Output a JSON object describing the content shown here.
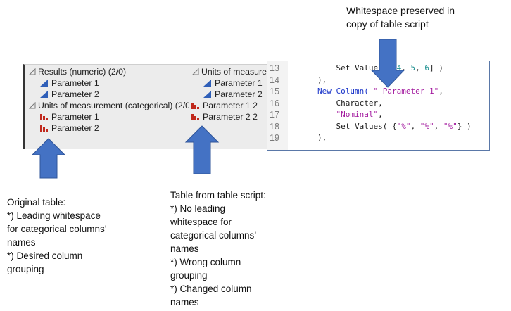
{
  "annotation_top": {
    "lines": [
      "Whitespace preserved in",
      "copy of table script"
    ]
  },
  "original_table": {
    "groups": [
      {
        "label": "Results (numeric) (2/0)",
        "icon": "collapse-triangle-icon",
        "items": [
          {
            "label": "Parameter 1",
            "icon": "continuous-column-icon"
          },
          {
            "label": "Parameter 2",
            "icon": "continuous-column-icon"
          }
        ]
      },
      {
        "label": "Units of measurement (categorical) (2/0)",
        "icon": "collapse-triangle-icon",
        "items": [
          {
            "label": "Parameter 1",
            "icon": "nominal-column-icon"
          },
          {
            "label": "Parameter 2",
            "icon": "nominal-column-icon"
          }
        ]
      }
    ]
  },
  "script_table": {
    "group": {
      "label": "Units of measurement",
      "items": [
        {
          "label": "Parameter 1",
          "icon": "continuous-column-icon"
        },
        {
          "label": "Parameter 2",
          "icon": "continuous-column-icon"
        }
      ]
    },
    "ungrouped": [
      {
        "label": "Parameter 1 2",
        "icon": "nominal-column-icon"
      },
      {
        "label": "Parameter 2 2",
        "icon": "nominal-column-icon"
      }
    ]
  },
  "code": {
    "line_numbers": [
      "13",
      "14",
      "15",
      "16",
      "17",
      "18",
      "19"
    ],
    "lines": [
      {
        "indent": "    ",
        "parts": [
          {
            "t": "Set Values( [",
            "c": "plain"
          },
          {
            "t": "4",
            "c": "num"
          },
          {
            "t": ", ",
            "c": "plain"
          },
          {
            "t": "5",
            "c": "num"
          },
          {
            "t": ", ",
            "c": "plain"
          },
          {
            "t": "6",
            "c": "num"
          },
          {
            "t": "] )",
            "c": "plain"
          }
        ]
      },
      {
        "indent": "",
        "parts": [
          {
            "t": "),",
            "c": "plain"
          }
        ]
      },
      {
        "indent": "",
        "parts": [
          {
            "t": "New Column(",
            "c": "kw"
          },
          {
            "t": " ",
            "c": "plain"
          },
          {
            "t": "\" Parameter 1\"",
            "c": "str"
          },
          {
            "t": ",",
            "c": "plain"
          }
        ]
      },
      {
        "indent": "    ",
        "parts": [
          {
            "t": "Character,",
            "c": "plain"
          }
        ]
      },
      {
        "indent": "    ",
        "parts": [
          {
            "t": "\"Nominal\"",
            "c": "str"
          },
          {
            "t": ",",
            "c": "plain"
          }
        ]
      },
      {
        "indent": "    ",
        "parts": [
          {
            "t": "Set Values( {",
            "c": "plain"
          },
          {
            "t": "\"%\"",
            "c": "str"
          },
          {
            "t": ", ",
            "c": "plain"
          },
          {
            "t": "\"%\"",
            "c": "str"
          },
          {
            "t": ", ",
            "c": "plain"
          },
          {
            "t": "\"%\"",
            "c": "str"
          },
          {
            "t": "} )",
            "c": "plain"
          }
        ]
      },
      {
        "indent": "",
        "parts": [
          {
            "t": "),",
            "c": "plain"
          }
        ]
      }
    ]
  },
  "note_original": {
    "lines": [
      "Original table:",
      "*) Leading whitespace",
      "for categorical columns’",
      "names",
      "*) Desired column",
      "grouping"
    ]
  },
  "note_script": {
    "lines": [
      "Table from table script:",
      "*) No leading",
      "whitespace for",
      "categorical columns’",
      "names",
      "*) Wrong column",
      "grouping",
      "*) Changed column",
      "names"
    ]
  },
  "colors": {
    "arrow": "#4472c4",
    "continuous_icon": "#2f5fb8",
    "nominal_icon": "#c0281c",
    "keyword": "#1a35c9",
    "string": "#a31a9f",
    "number": "#1a8f8f"
  }
}
